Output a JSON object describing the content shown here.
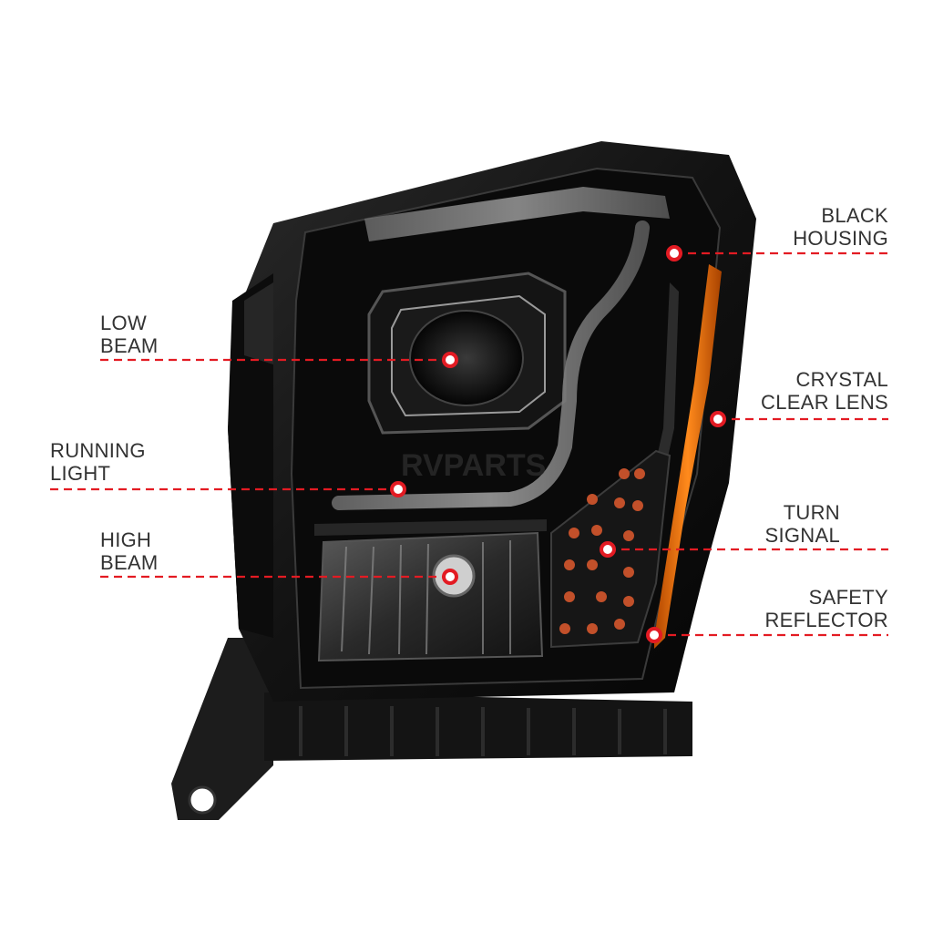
{
  "diagram": {
    "accent_color": "#e31b23",
    "labels_left": [
      {
        "id": "low-beam",
        "line1": "LOW",
        "line2": "BEAM"
      },
      {
        "id": "running-light",
        "line1": "RUNNING",
        "line2": "LIGHT"
      },
      {
        "id": "high-beam",
        "line1": "HIGH",
        "line2": "BEAM"
      }
    ],
    "labels_right": [
      {
        "id": "black-housing",
        "line1": "BLACK",
        "line2": "HOUSING"
      },
      {
        "id": "crystal-clear-lens",
        "line1": "CRYSTAL",
        "line2": "CLEAR LENS"
      },
      {
        "id": "turn-signal",
        "line1": "TURN",
        "line2": "SIGNAL"
      },
      {
        "id": "safety-reflector",
        "line1": "SAFETY",
        "line2": "REFLECTOR"
      }
    ],
    "watermark": "RVPARTS"
  }
}
